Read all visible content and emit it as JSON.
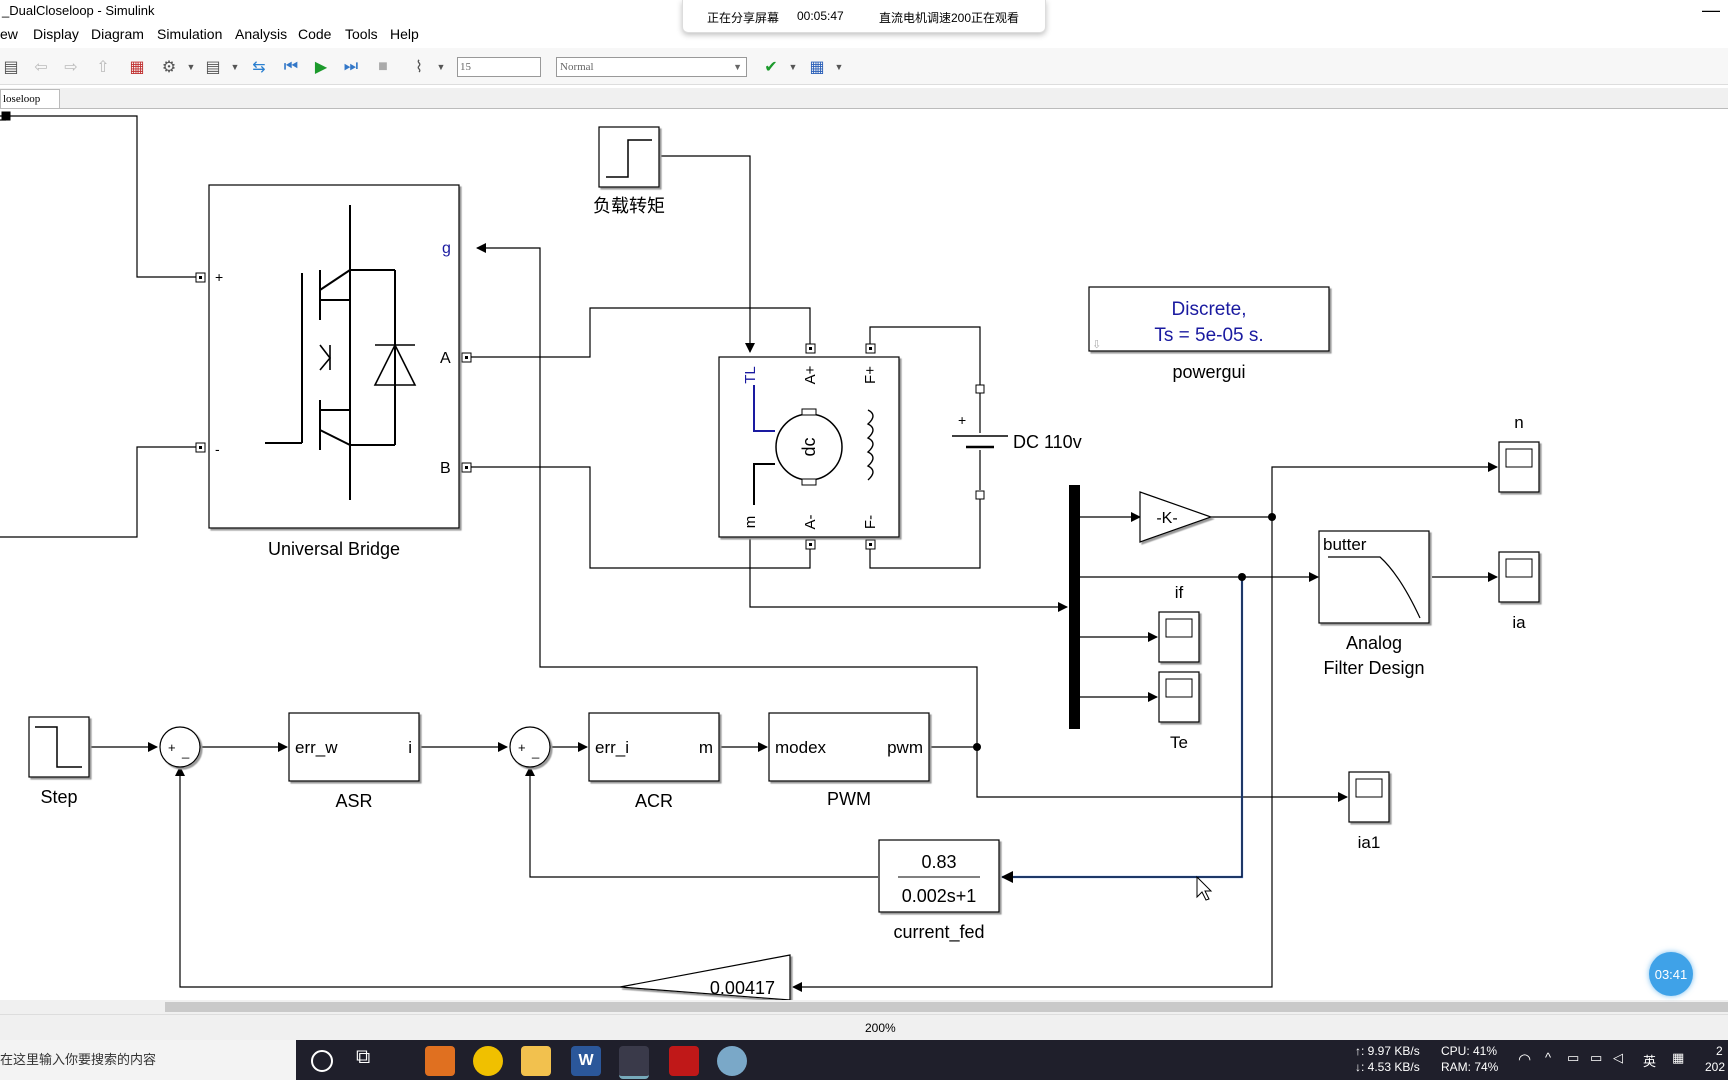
{
  "window": {
    "title": "_DualCloseloop - Simulink"
  },
  "menu": [
    "ew",
    "Display",
    "Diagram",
    "Simulation",
    "Analysis",
    "Code",
    "Tools",
    "Help"
  ],
  "toolbar": {
    "stop_time": "15",
    "sim_mode": "Normal"
  },
  "model_tab": "loseloop",
  "share_banner": {
    "status": "正在分享屏幕",
    "time": "00:05:47",
    "viewers": "直流电机调速200正在观看"
  },
  "blocks": {
    "universal_bridge": {
      "name": "Universal Bridge",
      "port_plus": "+",
      "port_minus": "-",
      "port_g": "g",
      "port_a": "A",
      "port_b": "B"
    },
    "load_torque": {
      "name": "负载转矩"
    },
    "dc_machine": {
      "tl": "TL",
      "ap": "A+",
      "fp": "F+",
      "m": "m",
      "am": "A-",
      "fm": "F-",
      "dc": "dc"
    },
    "dc_source": {
      "name": "DC 110v",
      "plus": "+"
    },
    "powergui": {
      "line1": "Discrete,",
      "line2": "Ts = 5e-05 s.",
      "name": "powergui"
    },
    "gain_k": {
      "label": "-K-"
    },
    "scope_n": {
      "name": "n"
    },
    "scope_ia": {
      "name": "ia"
    },
    "scope_if": {
      "name": "if"
    },
    "scope_te": {
      "name": "Te"
    },
    "scope_ia1": {
      "name": "ia1"
    },
    "filter": {
      "top": "butter",
      "name1": "Analog",
      "name2": "Filter Design"
    },
    "step": {
      "name": "Step"
    },
    "sum": {
      "plus": "+",
      "minus": "_"
    },
    "asr": {
      "in": "err_w",
      "out": "i",
      "name": "ASR"
    },
    "acr": {
      "in": "err_i",
      "out": "m",
      "name": "ACR"
    },
    "pwm": {
      "in": "modex",
      "out": "pwm",
      "name": "PWM"
    },
    "current_fed": {
      "num": "0.83",
      "den": "0.002s+1",
      "name": "current_fed"
    },
    "speed_gain": {
      "value": "0.00417"
    }
  },
  "status": {
    "zoom": "200%"
  },
  "taskbar": {
    "search_placeholder": "在这里输入你要搜索的内容",
    "net_up": "↑: 9.97 KB/s",
    "net_down": "↓: 4.53 KB/s",
    "cpu": "CPU:  41%",
    "ram": "RAM: 74%",
    "ime": "英",
    "clock_time": "2",
    "clock_date": "202"
  },
  "timer_bubble": "03:41",
  "colors": {
    "signal_line": "#000000",
    "port_label": "#1a1aa0",
    "selected_line": "#3b6fcf",
    "block_fill": "#ffffff",
    "block_shadow": "#9a9a9a"
  }
}
